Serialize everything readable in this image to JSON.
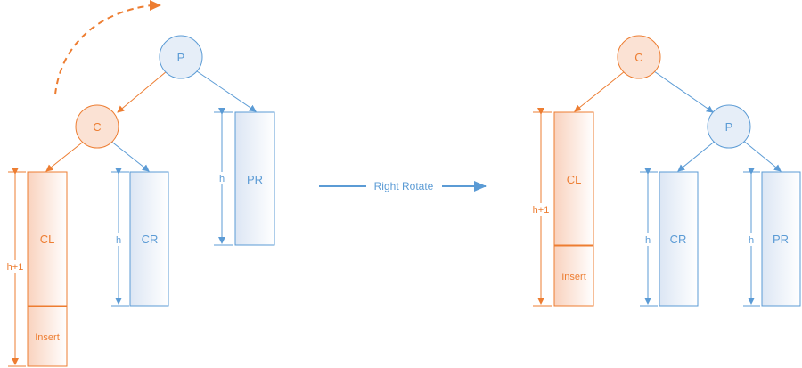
{
  "colors": {
    "orange": "#ED7D31",
    "blue": "#5B9BD5",
    "orange_fill": "#FBE3D6",
    "blue_fill": "#E8EEF8"
  },
  "before": {
    "node_p": "P",
    "node_c": "C",
    "block_cl": "CL",
    "block_insert": "Insert",
    "block_cr": "CR",
    "block_pr": "PR",
    "height_cl": "h+1",
    "height_cr": "h",
    "height_pr": "h"
  },
  "arrow_label": "Right Rotate",
  "after": {
    "node_c": "C",
    "node_p": "P",
    "block_cl": "CL",
    "block_insert": "Insert",
    "block_cr": "CR",
    "block_pr": "PR",
    "height_cl": "h+1",
    "height_cr": "h",
    "height_pr": "h"
  }
}
